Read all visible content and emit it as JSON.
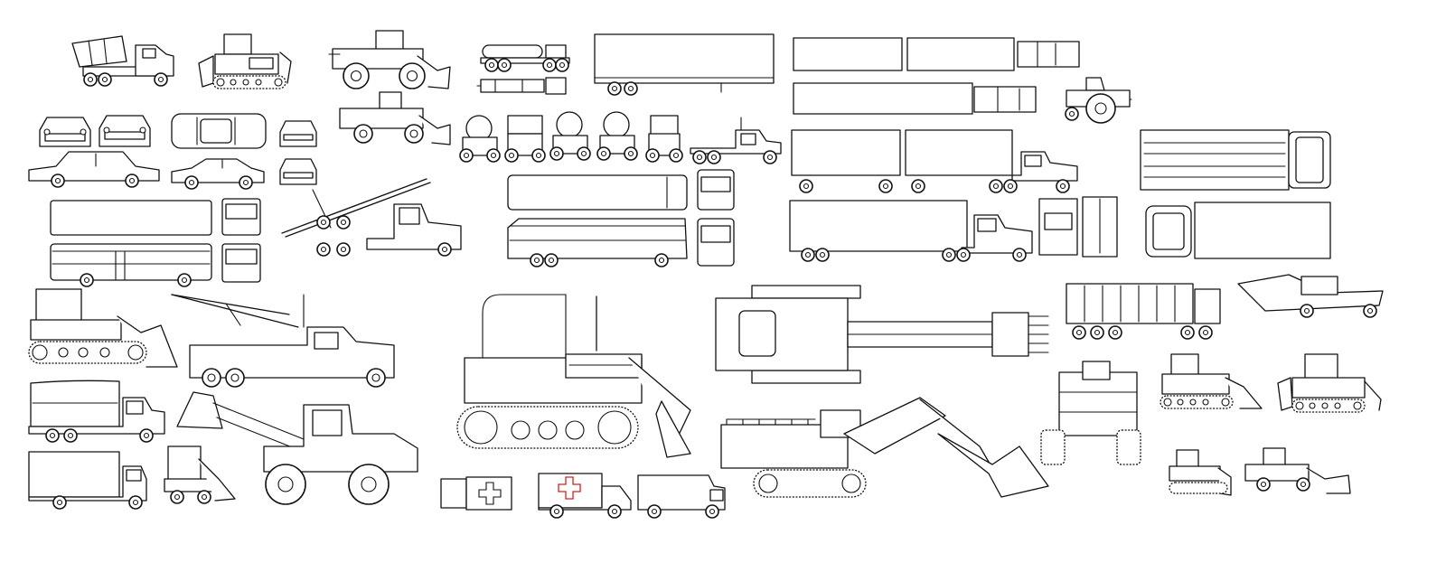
{
  "sheet": {
    "background": "#ffffff",
    "line_color": "#111111",
    "accent_red": "#d62020"
  },
  "vehicles": [
    {
      "kind": "concrete-mixer-truck"
    },
    {
      "kind": "crawler-dozer-small"
    },
    {
      "kind": "wheel-loader-large"
    },
    {
      "kind": "tanker-truck-side"
    },
    {
      "kind": "tanker-truck-top"
    },
    {
      "kind": "semi-trailer-long"
    },
    {
      "kind": "double-trailer-top-a"
    },
    {
      "kind": "double-trailer-top-b"
    },
    {
      "kind": "farm-tractor"
    },
    {
      "kind": "car-front-row"
    },
    {
      "kind": "sedan-top"
    },
    {
      "kind": "sedan-side-old"
    },
    {
      "kind": "sedan-side-modern"
    },
    {
      "kind": "wheel-loader-medium"
    },
    {
      "kind": "truck-front-row"
    },
    {
      "kind": "semi-tractor"
    },
    {
      "kind": "double-trailer-side"
    },
    {
      "kind": "box-truck-top-large"
    },
    {
      "kind": "city-bus-top"
    },
    {
      "kind": "city-bus-side"
    },
    {
      "kind": "bus-front-back"
    },
    {
      "kind": "pole-trailer-truck"
    },
    {
      "kind": "coach-bus-top"
    },
    {
      "kind": "coach-bus-side"
    },
    {
      "kind": "coach-bus-front-back"
    },
    {
      "kind": "semi-with-trailer-side"
    },
    {
      "kind": "semi-front-and-rear"
    },
    {
      "kind": "box-truck-top-small"
    },
    {
      "kind": "crawler-loader"
    },
    {
      "kind": "tow-truck"
    },
    {
      "kind": "bulldozer-large"
    },
    {
      "kind": "excavator-top"
    },
    {
      "kind": "dump-trailer"
    },
    {
      "kind": "scraper"
    },
    {
      "kind": "cargo-truck-canvas"
    },
    {
      "kind": "articulated-loader"
    },
    {
      "kind": "mining-shovel"
    },
    {
      "kind": "loader-front-view"
    },
    {
      "kind": "crawler-dozer-right-a"
    },
    {
      "kind": "crawler-dozer-right-b"
    },
    {
      "kind": "box-truck-side"
    },
    {
      "kind": "skid-steer"
    },
    {
      "kind": "ambulance-top"
    },
    {
      "kind": "ambulance-side"
    },
    {
      "kind": "delivery-van"
    },
    {
      "kind": "crawler-dozer-mini"
    },
    {
      "kind": "wheel-loader-small"
    }
  ]
}
